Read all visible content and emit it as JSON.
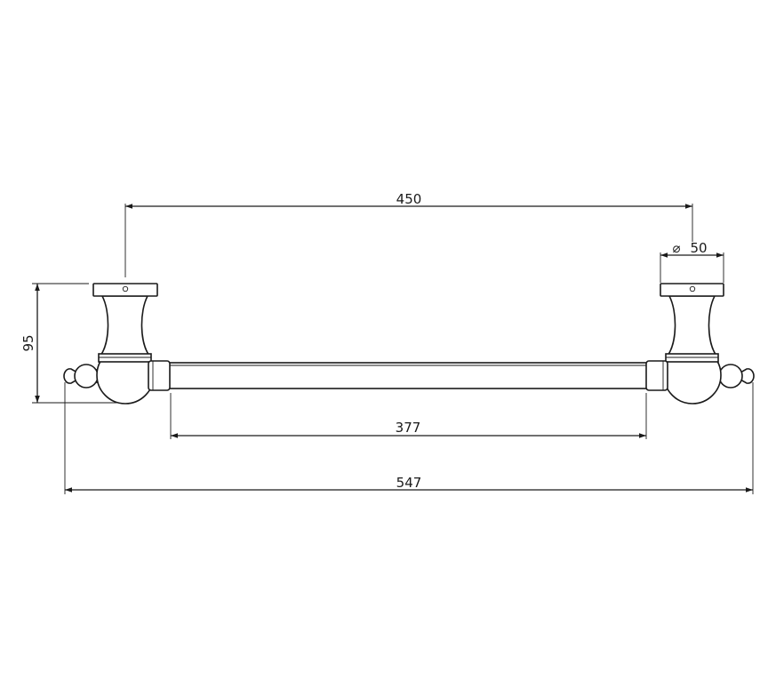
{
  "drawing": {
    "dimensions": {
      "mount_spacing": "450",
      "rose_diameter_symbol": "⌀",
      "rose_diameter_value": "50",
      "height": "95",
      "bar_length": "377",
      "overall_length": "547"
    },
    "line_color": "#1a1a1a"
  }
}
